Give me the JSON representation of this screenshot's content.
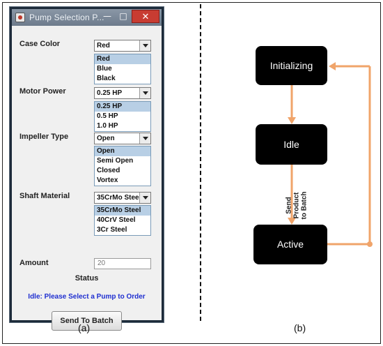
{
  "window": {
    "title": "Pump Selection P...",
    "minimize": "—",
    "maximize": "□",
    "close": "✕"
  },
  "form": {
    "case_color": {
      "label": "Case Color",
      "selected": "Red",
      "options": [
        "Red",
        "Blue",
        "Black"
      ]
    },
    "motor_power": {
      "label": "Motor Power",
      "selected": "0.25 HP",
      "options": [
        "0.25 HP",
        "0.5 HP",
        "1.0 HP"
      ]
    },
    "impeller_type": {
      "label": "Impeller Type",
      "selected": "Open",
      "options": [
        "Open",
        "Semi Open",
        "Closed",
        "Vortex"
      ]
    },
    "shaft_material": {
      "label": "Shaft Material",
      "selected": "35CrMo Steel",
      "options": [
        "35CrMo Steel",
        "40CrV Steel",
        "3Cr Steel"
      ]
    },
    "amount": {
      "label": "Amount",
      "value": "20"
    },
    "status_label": "Status",
    "status_message": "Idle: Please Select a Pump to Order",
    "send_button": "Send To Batch"
  },
  "diagram": {
    "states": {
      "initializing": "Initializing",
      "idle": "Idle",
      "active": "Active"
    },
    "edge_label": [
      "Send Product",
      "to Batch"
    ],
    "arrow_color": "#f0a46a"
  },
  "captions": {
    "a": "(a)",
    "b": "(b)"
  },
  "icons": {
    "app": "java-app-icon",
    "dropdown": "chevron-down-icon"
  }
}
